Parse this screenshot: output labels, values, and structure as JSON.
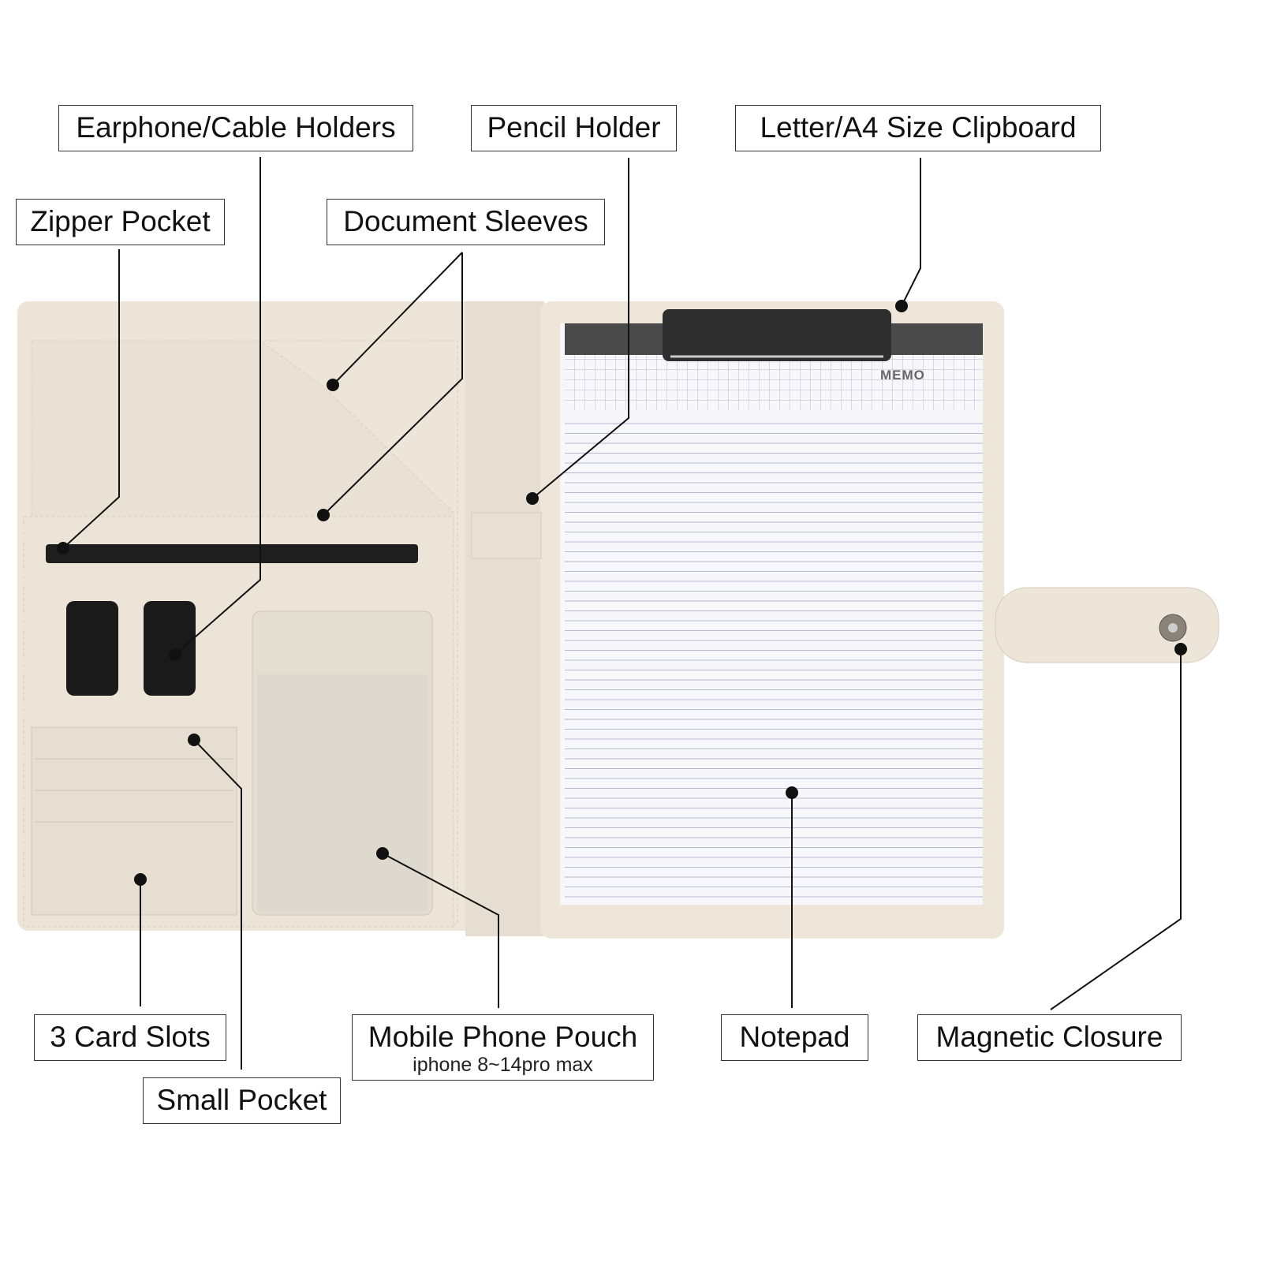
{
  "labels": {
    "earphone": "Earphone/Cable Holders",
    "pencil": "Pencil Holder",
    "clipboard": "Letter/A4 Size Clipboard",
    "zipper": "Zipper Pocket",
    "sleeves": "Document Sleeves",
    "cards": "3 Card Slots",
    "small_pocket": "Small Pocket",
    "phone": "Mobile Phone Pouch",
    "phone_sub": "iphone 8~14pro max",
    "notepad": "Notepad",
    "magnetic": "Magnetic Closure"
  },
  "notepad_header": "MEMO",
  "colors": {
    "leather": "#ede6da",
    "stitch": "#d8cfc0",
    "clip": "#2e2e2e"
  }
}
